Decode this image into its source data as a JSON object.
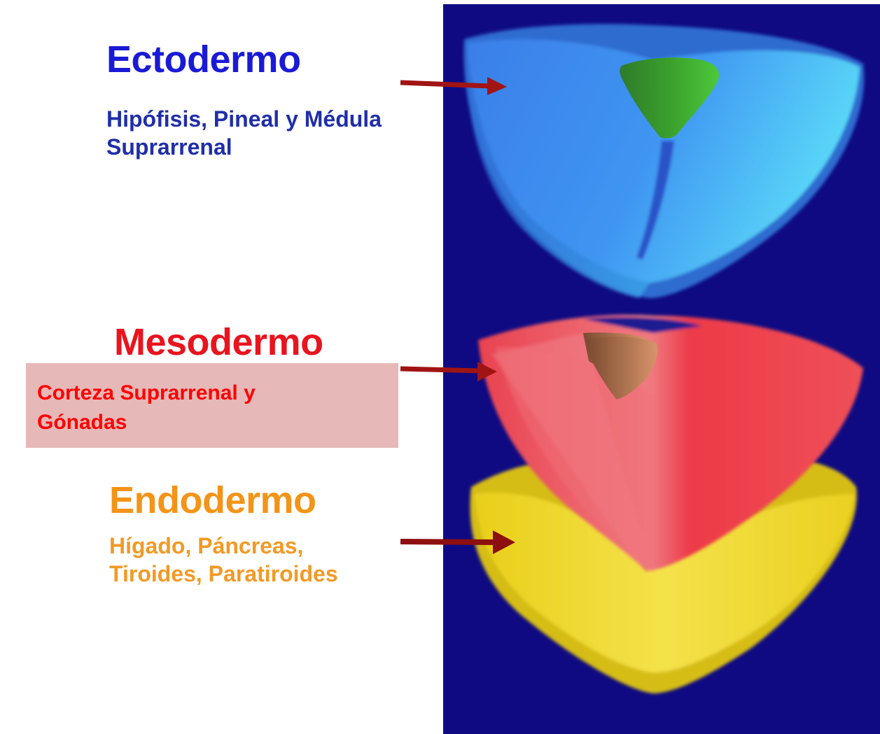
{
  "layers": {
    "ectodermo": {
      "title": "Ectodermo",
      "description_lines": [
        "Hipófisis, Pineal y Médula",
        "Suprarrenal"
      ],
      "color": "#1a1ad6",
      "layer_color": "#3a8ef0"
    },
    "mesodermo": {
      "title": "Mesodermo",
      "description_lines": [
        "Corteza Suprarrenal y",
        "Gónadas"
      ],
      "color": "#e8141e",
      "box_color": "#e6b8b7",
      "layer_color": "#ee4a52"
    },
    "endodermo": {
      "title": "Endodermo",
      "description_lines": [
        "Hígado, Páncreas,",
        "Tiroides, Paratiroides"
      ],
      "color": "#f39418",
      "layer_color": "#f2dc2e"
    }
  },
  "colors": {
    "panel_background": "#0f0a82",
    "arrow": "#a11414",
    "gland_green": "#3aaa2a",
    "gland_brown": "#b87a55"
  }
}
